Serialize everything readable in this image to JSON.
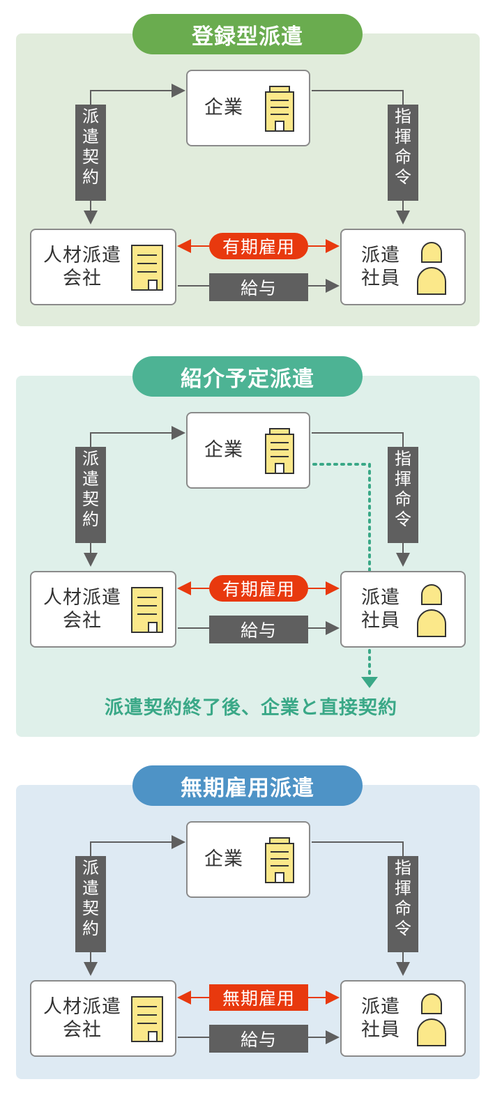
{
  "colors": {
    "green_pill": "#6aac4f",
    "green_bg": "#e1ecdc",
    "teal_pill": "#4db394",
    "teal_bg": "#dff0ea",
    "blue_pill": "#4e93c6",
    "blue_bg": "#deeaf3",
    "red": "#e8390e",
    "gray_label": "#5f5f5f",
    "yellow_icon": "#fbe88a",
    "note_teal": "#3aa887"
  },
  "icons": {
    "company": "building-icon",
    "agency": "building-icon",
    "staff": "person-icon"
  },
  "sections": [
    {
      "title": "登録型派遣",
      "company": "企業",
      "left_label": "派遣契約",
      "right_label": "指揮命令",
      "agency_line1": "人材派遣",
      "agency_line2": "会社",
      "staff_line1": "派遣",
      "staff_line2": "社員",
      "relation": "有期雇用",
      "salary": "給与"
    },
    {
      "title": "紹介予定派遣",
      "company": "企業",
      "left_label": "派遣契約",
      "right_label": "指揮命令",
      "agency_line1": "人材派遣",
      "agency_line2": "会社",
      "staff_line1": "派遣",
      "staff_line2": "社員",
      "relation": "有期雇用",
      "salary": "給与",
      "note": "派遣契約終了後、企業と直接契約"
    },
    {
      "title": "無期雇用派遣",
      "company": "企業",
      "left_label": "派遣契約",
      "right_label": "指揮命令",
      "agency_line1": "人材派遣",
      "agency_line2": "会社",
      "staff_line1": "派遣",
      "staff_line2": "社員",
      "relation": "無期雇用",
      "salary": "給与"
    }
  ]
}
